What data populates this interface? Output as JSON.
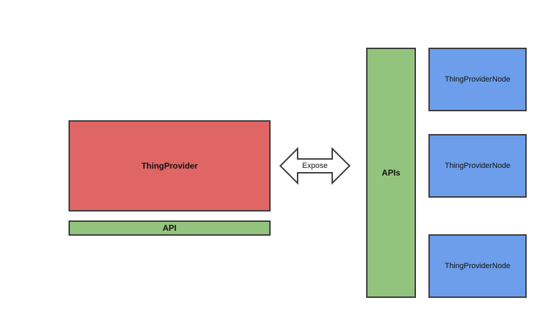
{
  "diagram": {
    "thing_provider": {
      "label": "ThingProvider",
      "color": "#e06666"
    },
    "api_bar": {
      "label": "API",
      "color": "#93c47d"
    },
    "expose_arrow": {
      "label": "Expose"
    },
    "apis_column": {
      "label": "APIs",
      "color": "#93c47d"
    },
    "nodes": [
      {
        "label": "ThingProviderNode",
        "color": "#6d9eeb"
      },
      {
        "label": "ThingProviderNode",
        "color": "#6d9eeb"
      },
      {
        "label": "ThingProviderNode",
        "color": "#6d9eeb"
      }
    ]
  }
}
